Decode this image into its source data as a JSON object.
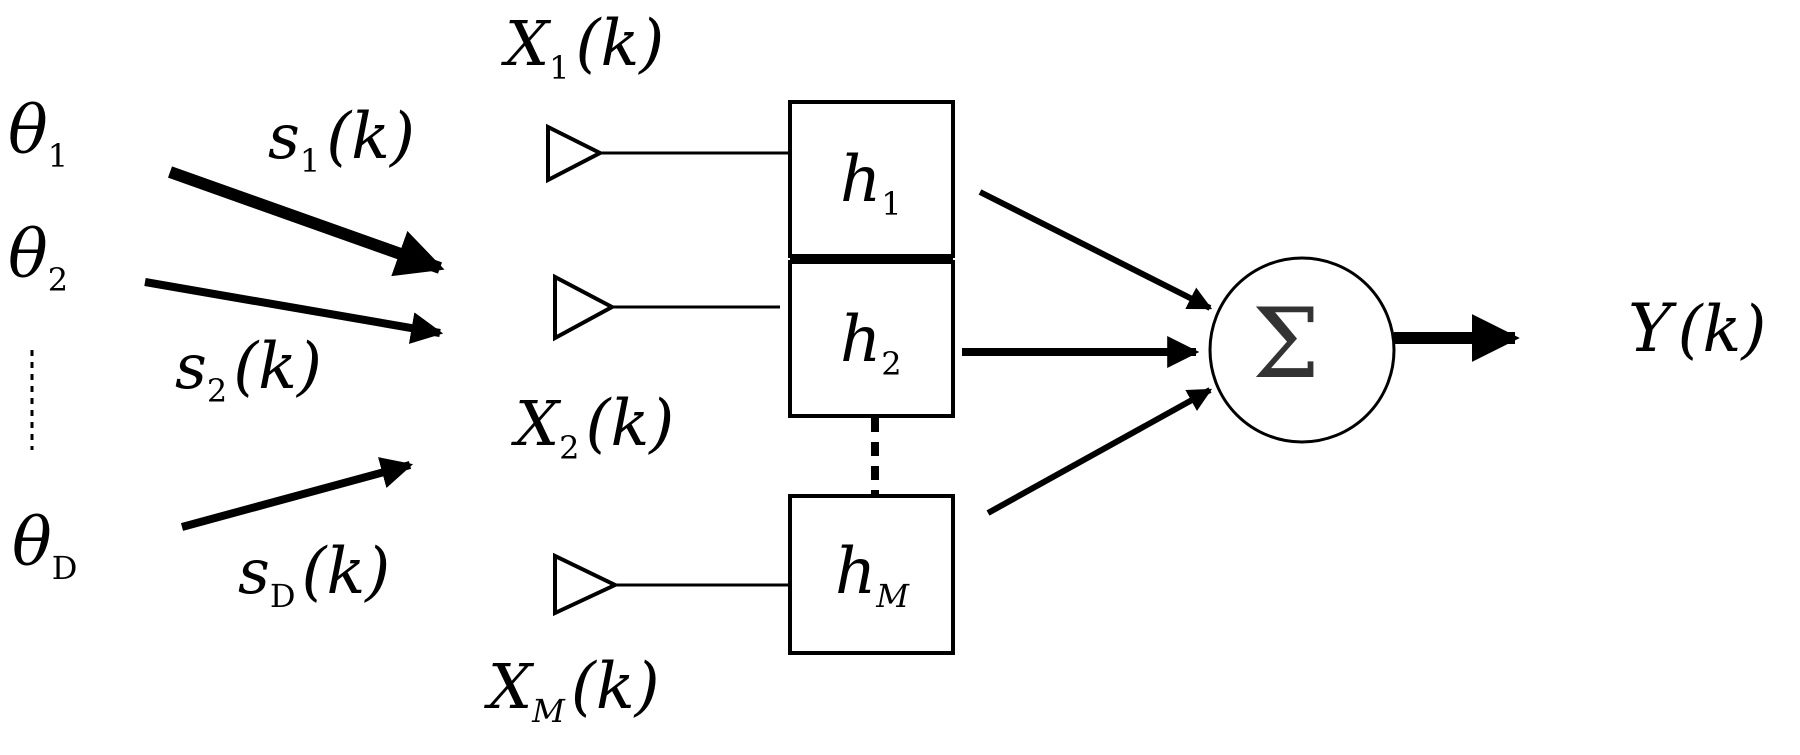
{
  "sources": [
    {
      "symbol": "θ",
      "sub": "1"
    },
    {
      "symbol": "θ",
      "sub": "2"
    },
    {
      "symbol": "θ",
      "sub": "D"
    }
  ],
  "signals": [
    {
      "symbol": "s",
      "sub": "1",
      "arg": "(k)"
    },
    {
      "symbol": "s",
      "sub": "2",
      "arg": "(k)"
    },
    {
      "symbol": "s",
      "sub": "D",
      "arg": "(k)"
    }
  ],
  "sensors": [
    {
      "symbol": "X",
      "sub": "1",
      "arg": "(k)"
    },
    {
      "symbol": "X",
      "sub": "2",
      "arg": "(k)"
    },
    {
      "symbol": "X",
      "sub": "M",
      "arg": "(k)"
    }
  ],
  "filters": [
    {
      "symbol": "h",
      "sub": "1"
    },
    {
      "symbol": "h",
      "sub": "2"
    },
    {
      "symbol": "h",
      "sub": "M"
    }
  ],
  "summer": {
    "symbol": "Σ"
  },
  "output": {
    "symbol": "Y",
    "arg": "(k)"
  }
}
